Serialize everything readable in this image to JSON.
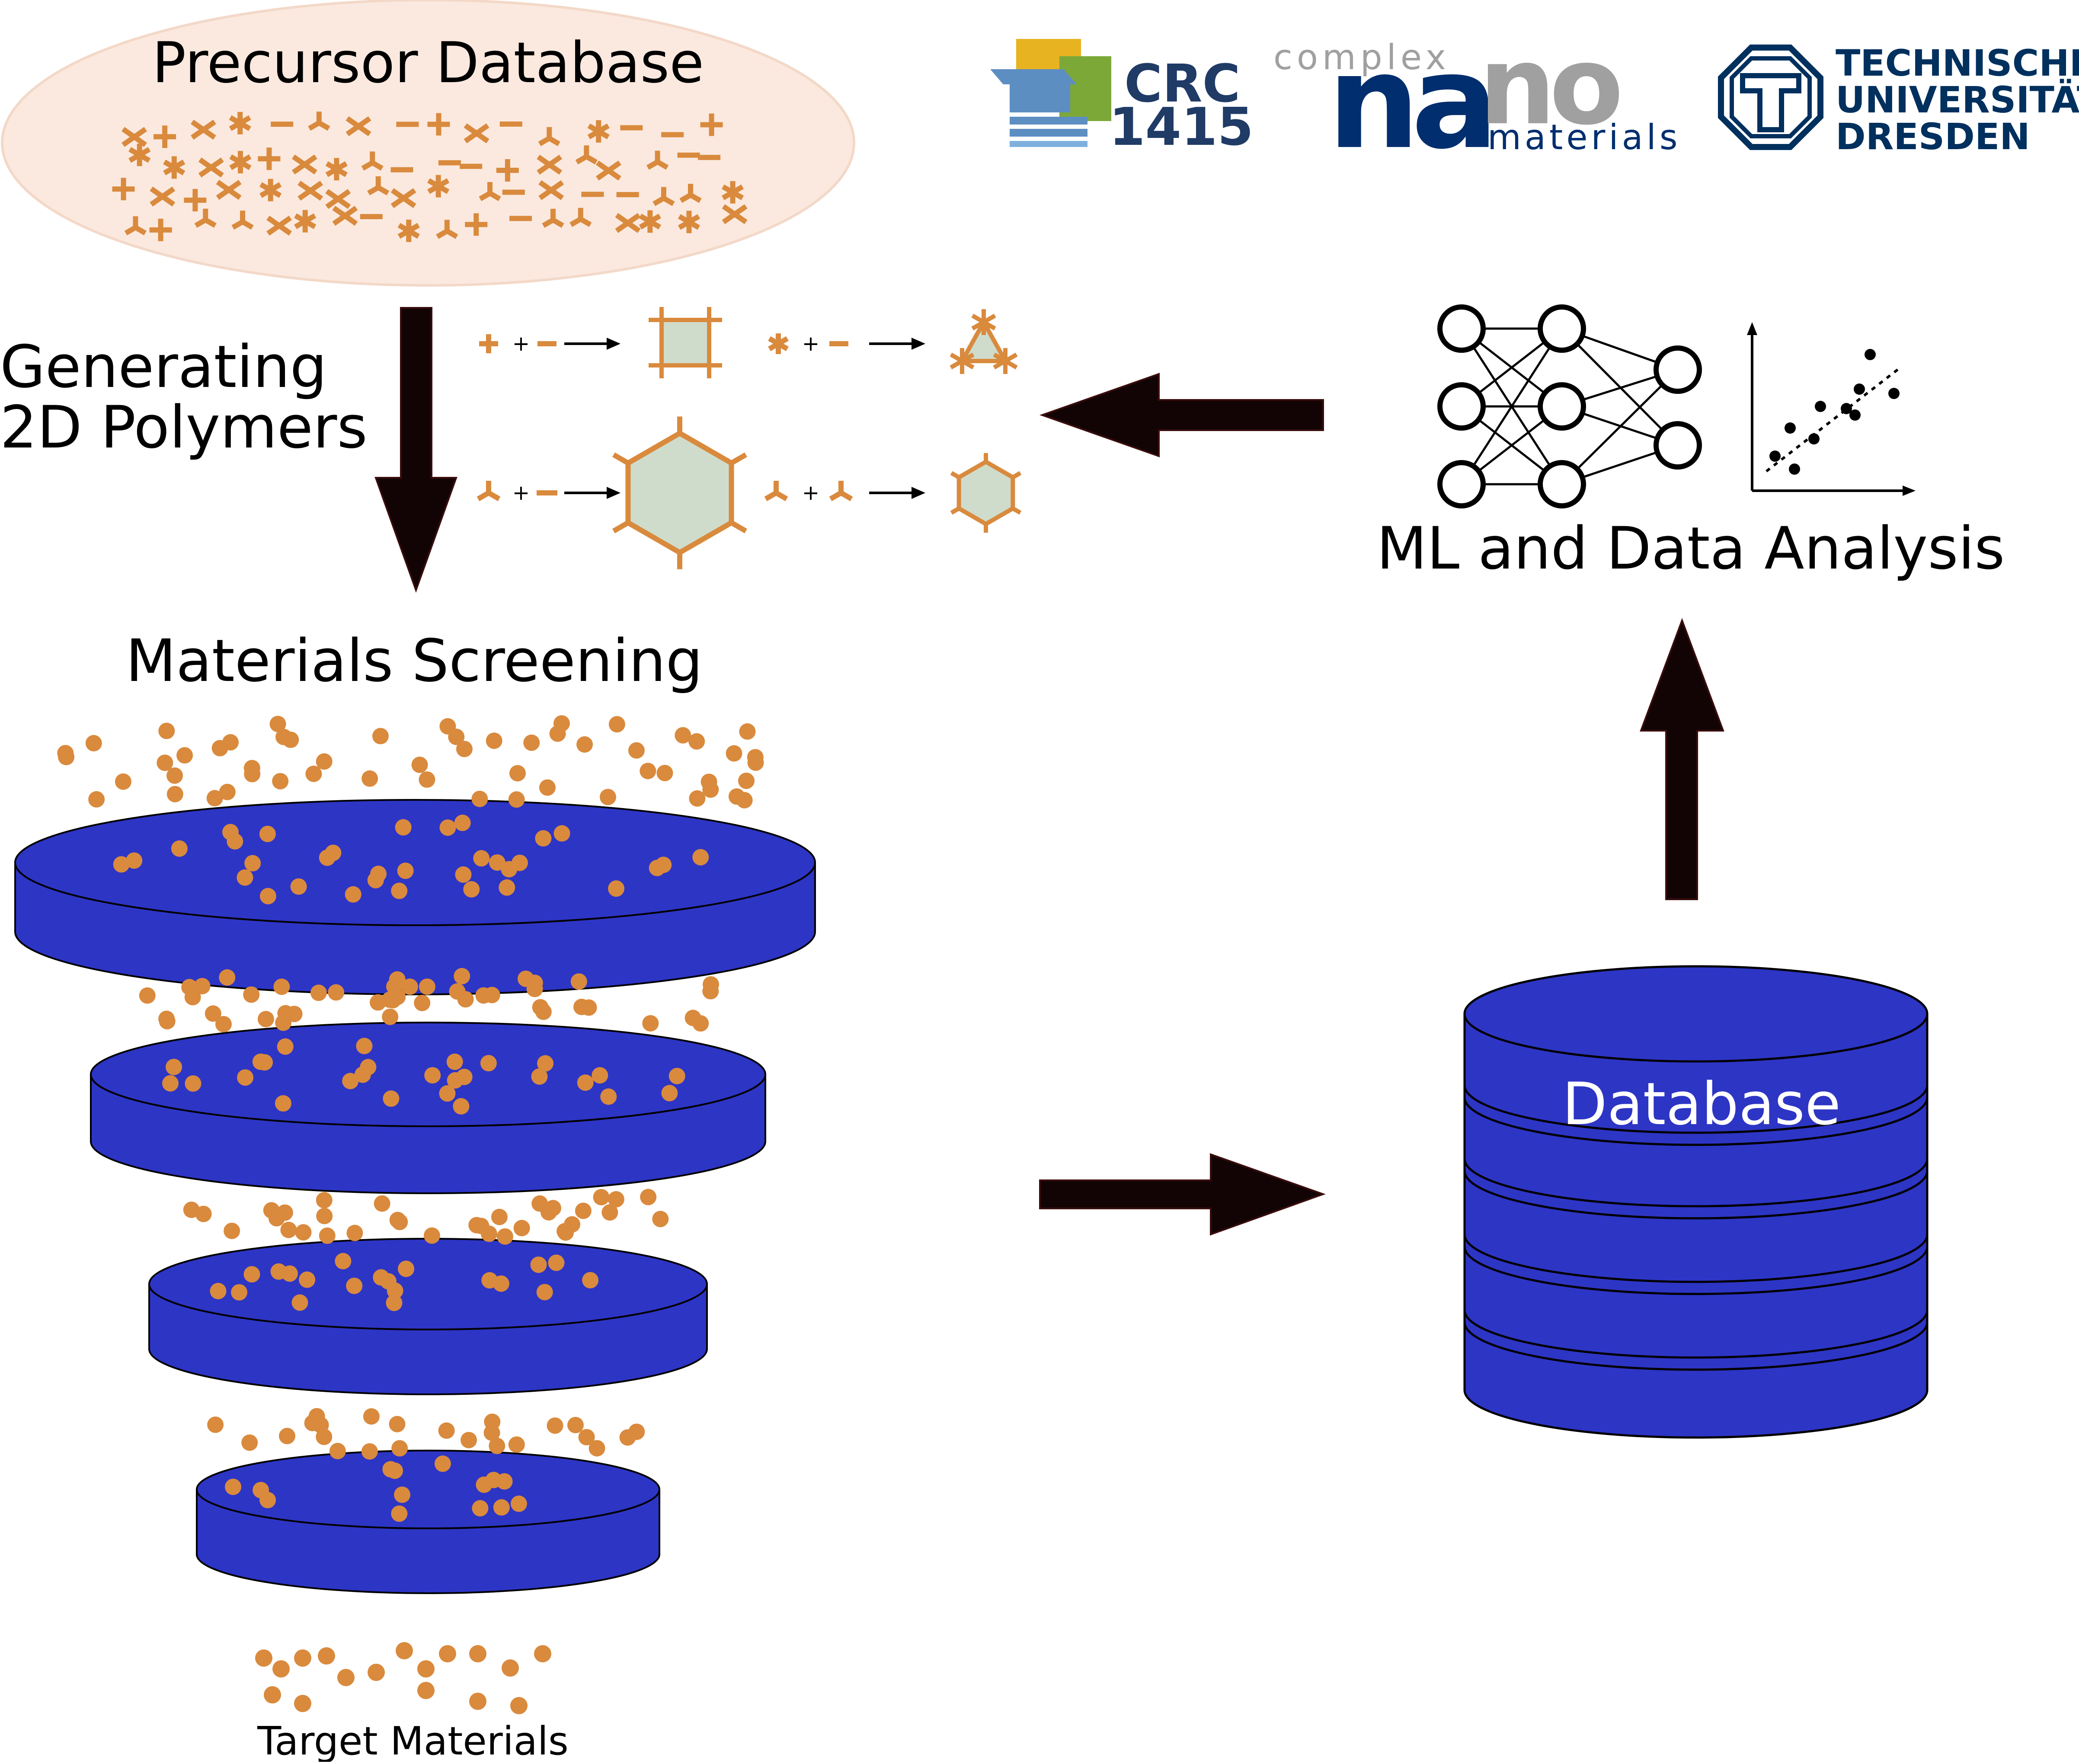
{
  "titles": {
    "precursor_database": "Precursor Database",
    "generating_line1": "Generating",
    "generating_line2": "2D Polymers",
    "ml_analysis": "ML and Data Analysis",
    "materials_screening": "Materials Screening",
    "database": "Database",
    "target_materials": "Target Materials"
  },
  "logos": {
    "crc_line1": "CRC",
    "crc_line2": "1415",
    "nano_small": "complex",
    "nano_big_a": "na",
    "nano_big_b": "no",
    "nano_materials": "materials",
    "tud_line1": "TECHNISCHE",
    "tud_line2": "UNIVERSITÄT",
    "tud_line3": "DRESDEN"
  },
  "reaction_plus": "+",
  "colors": {
    "orange": "#d98a3d",
    "disk_blue": "#2d35c5",
    "ellipse_fill": "#fbe9df",
    "ellipse_stroke": "#f3d8c8",
    "polygon_fill": "#cfdccb",
    "arrow_fill": "#120404",
    "tud_blue": "#00305e",
    "nano_navy": "#002e6e",
    "nano_gray": "#a0a0a0"
  },
  "icons": [
    "neural-network-icon",
    "scatter-plot-icon",
    "database-cylinder-icon",
    "funnel-disk-icon"
  ]
}
